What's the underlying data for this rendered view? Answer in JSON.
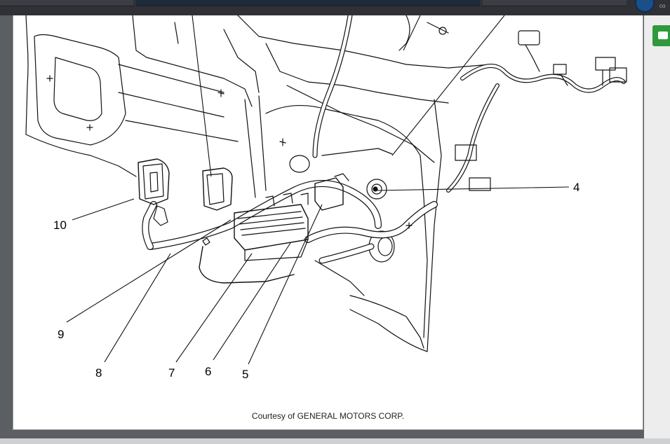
{
  "figure": {
    "caption": "Courtesy of GENERAL MOTORS CORP.",
    "callouts": [
      "4",
      "5",
      "6",
      "7",
      "8",
      "9",
      "10"
    ]
  },
  "toolbar": {
    "print_icon": "print-icon",
    "corner_text": "co"
  },
  "colors": {
    "frame": "#5b5e63",
    "print_button": "#2e9a3c",
    "page": "#ffffff"
  }
}
